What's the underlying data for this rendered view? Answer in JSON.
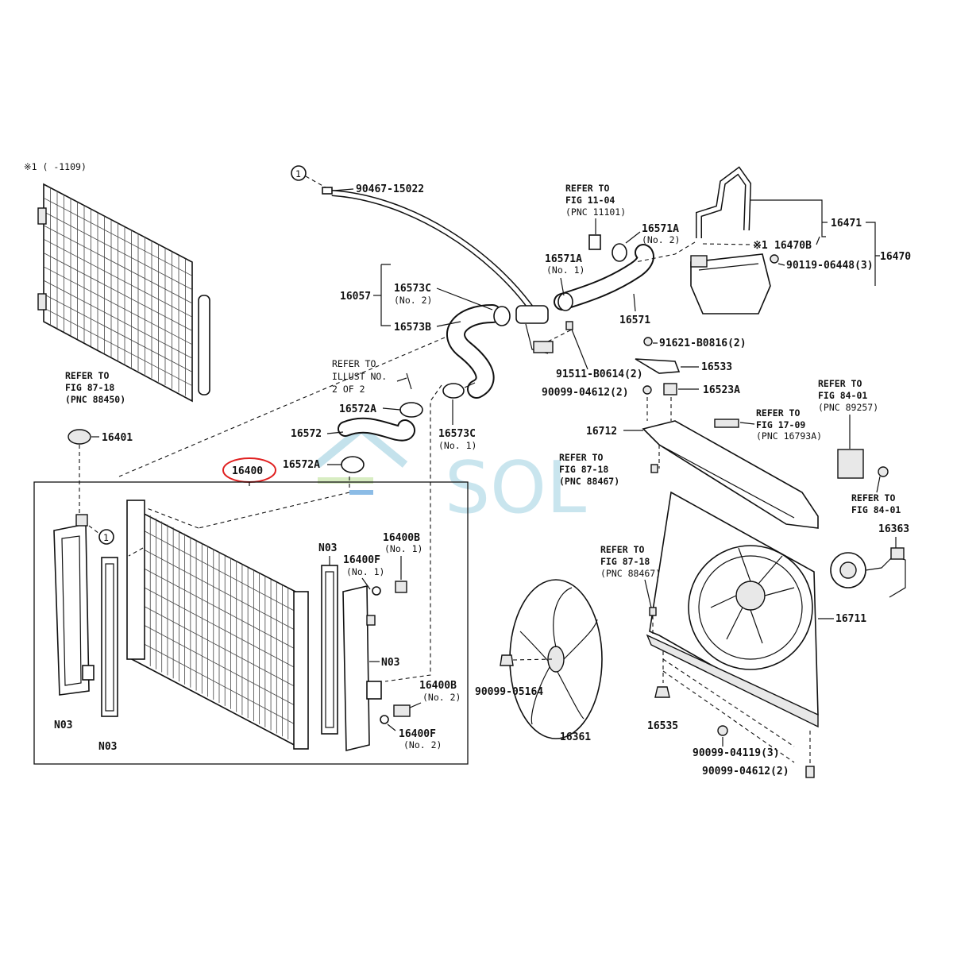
{
  "note_top": "※1 (      -1109)",
  "watermark": "SOL",
  "highlight_color": "#e02020",
  "callout_symbol": "1",
  "note_mark": "※1",
  "labels": {
    "p90467": "90467-15022",
    "p16057": "16057",
    "p16573C_top": "16573C",
    "p16573C_top_sub": "(No. 2)",
    "p16573B": "16573B",
    "p16571A_1": "16571A",
    "p16571A_1_sub": "(No. 1)",
    "p16571A_2": "16571A",
    "p16571A_2_sub": "(No. 2)",
    "p16571": "16571",
    "p16470B": "16470B",
    "p16471": "16471",
    "p16470": "16470",
    "p90119": "90119-06448(3)",
    "p91621": "91621-B0816(2)",
    "p16533": "16533",
    "p91511": "91511-B0614(2)",
    "p90099_04612_a": "90099-04612(2)",
    "p16523A": "16523A",
    "p16712": "16712",
    "p16401": "16401",
    "p16572A_a": "16572A",
    "p16572": "16572",
    "p16572A_b": "16572A",
    "p16573C_bot": "16573C",
    "p16573C_bot_sub": "(No. 1)",
    "p16400": "16400",
    "p16400B_1": "16400B",
    "p16400B_1_sub": "(No. 1)",
    "p16400F_1": "16400F",
    "p16400F_1_sub": "(No. 1)",
    "p16400B_2": "16400B",
    "p16400B_2_sub": "(No. 2)",
    "p16400F_2": "16400F",
    "p16400F_2_sub": "(No. 2)",
    "n03_a": "N03",
    "n03_b": "N03",
    "n03_c": "N03",
    "n03_d": "N03",
    "p90099_05164": "90099-05164",
    "p16361": "16361",
    "p16535": "16535",
    "p90099_04119": "90099-04119(3)",
    "p90099_04612_b": "90099-04612(2)",
    "p16711": "16711",
    "p16363": "16363"
  },
  "refs": {
    "condenser": [
      "REFER TO",
      "FIG 87-18",
      "(PNC 88450)"
    ],
    "illust": [
      "REFER TO",
      "ILLUST NO.",
      "2 OF 2"
    ],
    "fig1104": [
      "REFER TO",
      "FIG 11-04",
      "(PNC 11101)"
    ],
    "fig1709": [
      "REFER TO",
      "FIG 17-09",
      "(PNC 16793A)"
    ],
    "fig8401_a": [
      "REFER TO",
      "FIG 84-01",
      "(PNC 89257)"
    ],
    "fig8401_b": [
      "REFER TO",
      "FIG 84-01"
    ],
    "fig8718_a": [
      "REFER TO",
      "FIG 87-18",
      "(PNC 88467)"
    ],
    "fig8718_b": [
      "REFER TO",
      "FIG 87-18",
      "(PNC 88467)"
    ]
  }
}
